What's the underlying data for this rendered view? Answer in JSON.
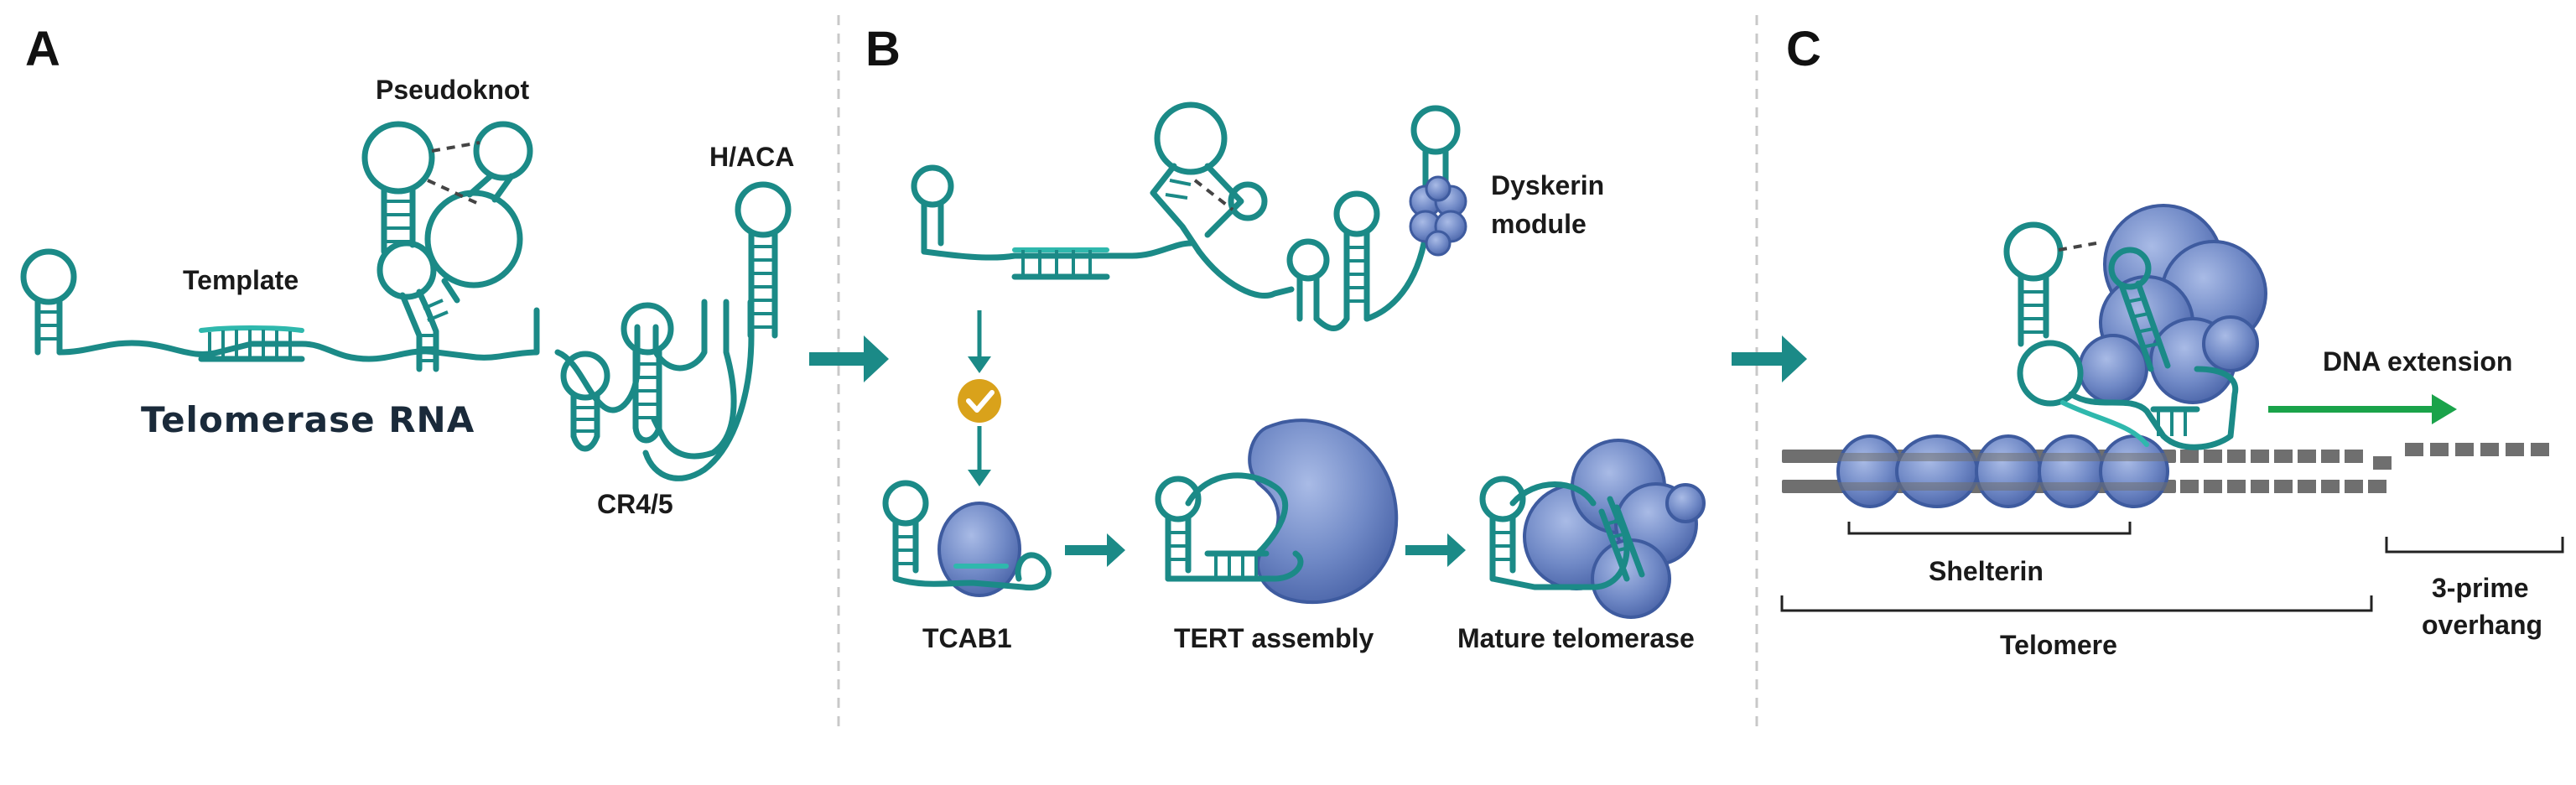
{
  "panels": {
    "a": {
      "letter": "A",
      "labels": {
        "pseudoknot": "Pseudoknot",
        "template": "Template",
        "haca": "H/ACA",
        "telomerase_rna": "Telomerase RNA",
        "cr45": "CR4/5"
      }
    },
    "b": {
      "letter": "B",
      "labels": {
        "dyskerin_line1": "Dyskerin",
        "dyskerin_line2": "module",
        "tcab1": "TCAB1",
        "tert_assembly": "TERT assembly",
        "mature_telomerase": "Mature telomerase"
      }
    },
    "c": {
      "letter": "C",
      "labels": {
        "dna_extension": "DNA extension",
        "shelterin": "Shelterin",
        "telomere": "Telomere",
        "overhang_line1": "3-prime",
        "overhang_line2": "overhang"
      }
    }
  },
  "colors": {
    "rna": "#1b8a87",
    "rna_template": "#2fb8ad",
    "protein": "#6d86c4",
    "check_badge": "#d9a21b",
    "extension_arrow": "#1aa34a",
    "dna": "#6f6f6f"
  }
}
